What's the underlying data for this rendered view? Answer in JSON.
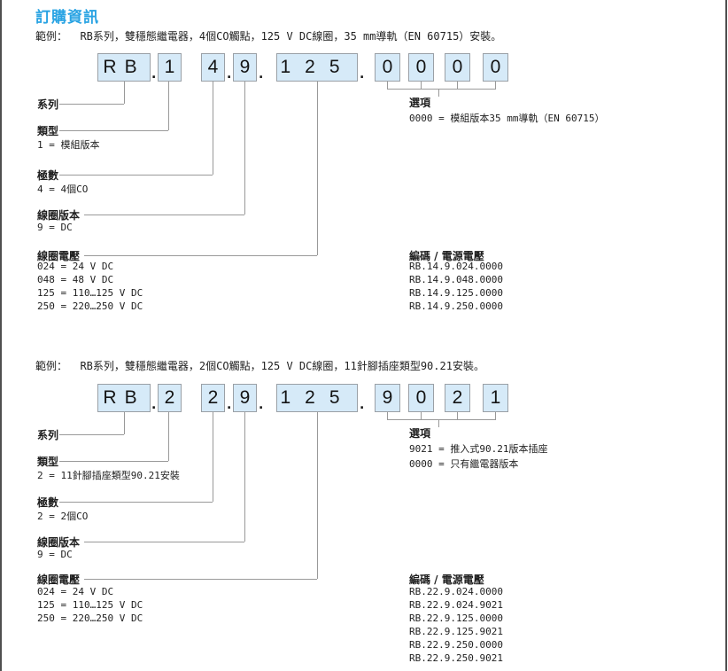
{
  "page": {
    "title": "訂購資訊",
    "separator": ".",
    "accent_color": "#29a3e3",
    "box_fill_color": "#d6eaf8",
    "box_border_color": "#9aa0a6",
    "connector_color": "#999999"
  },
  "diagram1": {
    "example": "範例：  RB系列，雙穩態繼電器，4個CO觸點，125 V DC線圈，35 mm導軌（EN 60715）安裝。",
    "segments": [
      "RB",
      "1",
      "4",
      "9",
      "125",
      "0",
      "0",
      "0",
      "0"
    ],
    "series": {
      "title": "系列"
    },
    "type": {
      "title": "類型",
      "values": [
        "1 = 模組版本"
      ]
    },
    "poles": {
      "title": "極數",
      "values": [
        "4 = 4個CO"
      ]
    },
    "coil_version": {
      "title": "線圈版本",
      "values": [
        "9 = DC"
      ]
    },
    "coil_voltage": {
      "title": "線圈電壓",
      "values": [
        "024 = 24 V DC",
        "048 = 48 V DC",
        "125 = 110…125 V DC",
        "250 = 220…250 V DC"
      ]
    },
    "options": {
      "title": "選項",
      "values": [
        "0000 = 模組版本35 mm導軌（EN 60715）"
      ]
    },
    "codes": {
      "title": "編碼 / 電源電壓",
      "values": [
        "RB.14.9.024.0000",
        "RB.14.9.048.0000",
        "RB.14.9.125.0000",
        "RB.14.9.250.0000"
      ]
    }
  },
  "diagram2": {
    "example": "範例：  RB系列，雙穩態繼電器，2個CO觸點，125 V DC線圈，11針腳插座類型90.21安裝。",
    "segments": [
      "RB",
      "2",
      "2",
      "9",
      "125",
      "9",
      "0",
      "2",
      "1"
    ],
    "series": {
      "title": "系列"
    },
    "type": {
      "title": "類型",
      "values": [
        "2 = 11針腳插座類型90.21安裝"
      ]
    },
    "poles": {
      "title": "極數",
      "values": [
        "2 = 2個CO"
      ]
    },
    "coil_version": {
      "title": "線圈版本",
      "values": [
        "9 = DC"
      ]
    },
    "coil_voltage": {
      "title": "線圈電壓",
      "values": [
        "024 = 24 V DC",
        "125 = 110…125 V DC",
        "250 = 220…250 V DC"
      ]
    },
    "options": {
      "title": "選項",
      "values": [
        "9021 = 推入式90.21版本插座",
        "0000 = 只有繼電器版本"
      ]
    },
    "codes": {
      "title": "編碼 / 電源電壓",
      "values": [
        "RB.22.9.024.0000",
        "RB.22.9.024.9021",
        "RB.22.9.125.0000",
        "RB.22.9.125.9021",
        "RB.22.9.250.0000",
        "RB.22.9.250.9021"
      ]
    }
  }
}
